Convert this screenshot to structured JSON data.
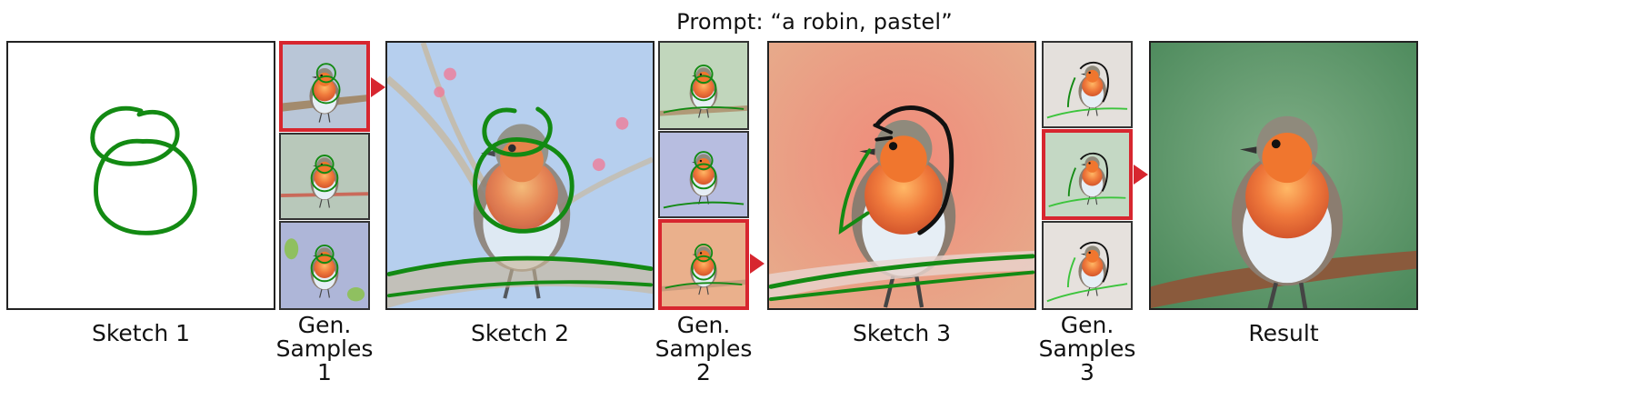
{
  "title": "Prompt: “a robin, pastel”",
  "panels": {
    "sketch1": "Sketch 1",
    "samples1": "Gen.\nSamples 1",
    "sketch2": "Sketch 2",
    "samples2": "Gen.\nSamples 2",
    "sketch3": "Sketch 3",
    "samples3": "Gen.\nSamples 3",
    "result": "Result"
  },
  "colors": {
    "stroke_green": "#138a13",
    "stroke_black": "#111111",
    "highlight_red": "#d7262f"
  }
}
